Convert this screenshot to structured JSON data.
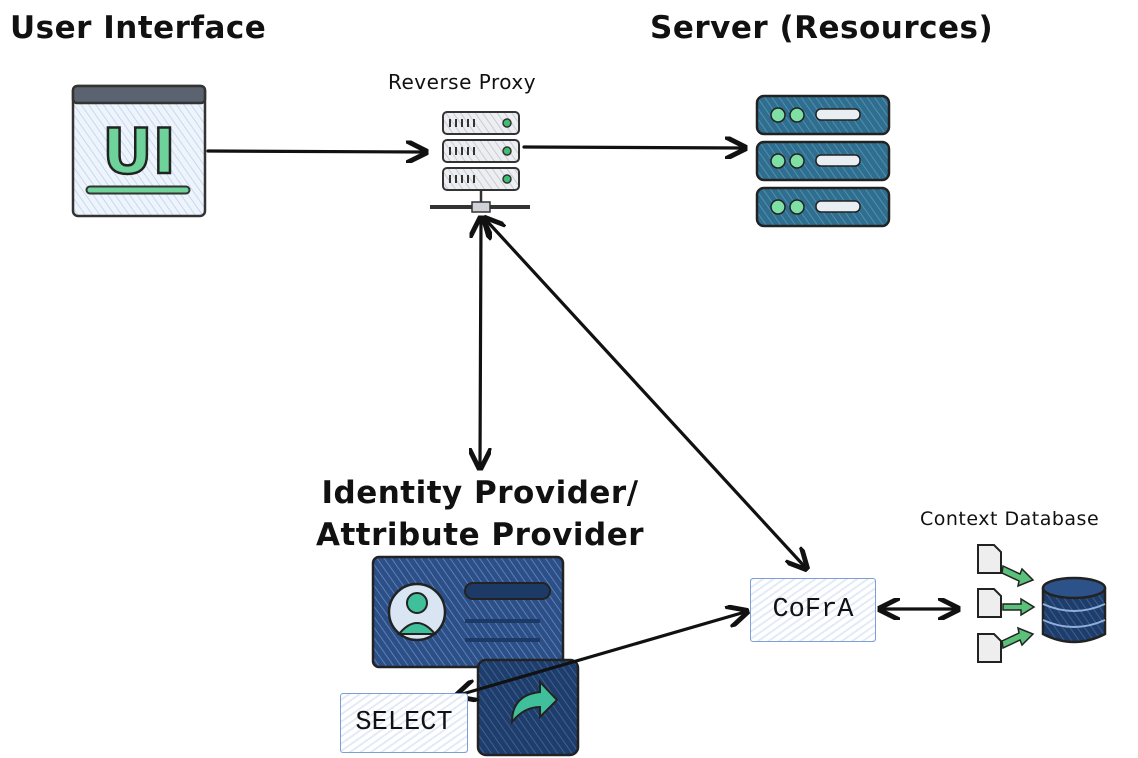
{
  "labels": {
    "user_interface": "User Interface",
    "server": "Server (Resources)",
    "reverse_proxy": "Reverse Proxy",
    "identity_provider": "Identity Provider/ Attribute Provider",
    "context_database": "Context Database",
    "ui_icon_text": "UI",
    "cofra": "CoFrA",
    "select": "SELECT"
  },
  "colors": {
    "accent_green": "#3fbf73",
    "server_blue": "#2f6e8f",
    "card_blue": "#2b4f86",
    "db_navy": "#1f3d6b",
    "arrow": "#111111"
  },
  "icons": [
    "browser-window-icon",
    "server-rack-icon",
    "proxy-server-icon",
    "id-card-icon",
    "share-icon",
    "document-icon",
    "database-icon"
  ]
}
